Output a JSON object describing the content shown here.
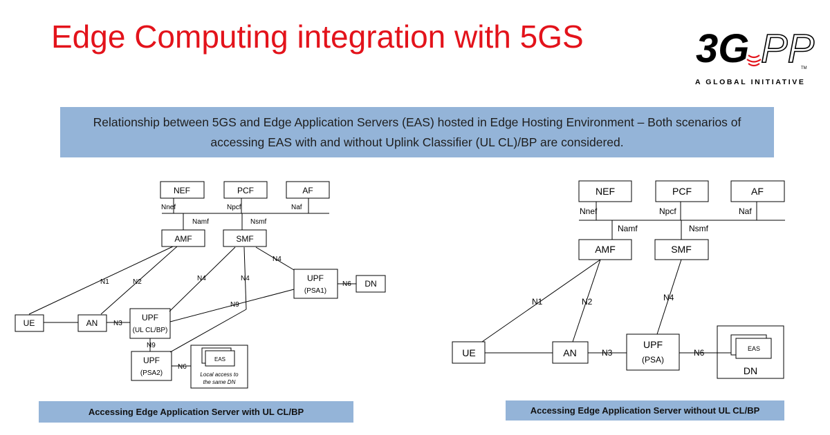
{
  "header": {
    "title": "Edge Computing integration with 5GS",
    "logo_text": "3GPP",
    "logo_tagline": "A GLOBAL INITIATIVE"
  },
  "caption": {
    "text": "Relationship between 5GS and Edge Application Servers (EAS) hosted in Edge Hosting Environment – Both scenarios of accessing EAS with and without Uplink Classifier (UL CL)/BP are considered."
  },
  "left_diagram": {
    "nodes": {
      "nef": "NEF",
      "pcf": "PCF",
      "af": "AF",
      "amf": "AMF",
      "smf": "SMF",
      "upf_psa1": "UPF",
      "upf_psa1_sub": "(PSA1)",
      "dn": "DN",
      "ue": "UE",
      "an": "AN",
      "upf_ulcl": "UPF",
      "upf_ulcl_sub": "(UL CL/BP)",
      "upf_psa2": "UPF",
      "upf_psa2_sub": "(PSA2)",
      "eas": "EAS",
      "local_note_1": "Local access to",
      "local_note_2": "the same DN"
    },
    "interfaces": {
      "nnef": "Nnef",
      "npcf": "Npcf",
      "naf": "Naf",
      "namf": "Namf",
      "nsmf": "Nsmf",
      "n1": "N1",
      "n2": "N2",
      "n4_a": "N4",
      "n4_b": "N4",
      "n4_c": "N4",
      "n6_a": "N6",
      "n9_a": "N9",
      "n3": "N3",
      "n9_b": "N9",
      "n6_b": "N6"
    },
    "label": "Accessing Edge Application Server with UL CL/BP"
  },
  "right_diagram": {
    "nodes": {
      "nef": "NEF",
      "pcf": "PCF",
      "af": "AF",
      "amf": "AMF",
      "smf": "SMF",
      "ue": "UE",
      "an": "AN",
      "upf": "UPF",
      "upf_sub": "(PSA)",
      "eas": "EAS",
      "dn": "DN"
    },
    "interfaces": {
      "nnef": "Nnef",
      "npcf": "Npcf",
      "naf": "Naf",
      "namf": "Namf",
      "nsmf": "Nsmf",
      "n1": "N1",
      "n2": "N2",
      "n4": "N4",
      "n3": "N3",
      "n6": "N6"
    },
    "label": "Accessing Edge Application Server without UL CL/BP"
  }
}
